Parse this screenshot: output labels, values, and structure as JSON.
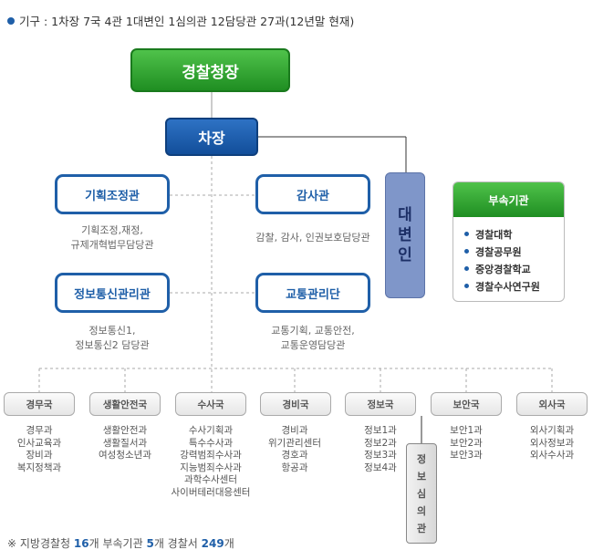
{
  "header": {
    "text": "기구 : 1차장 7국 4관 1대변인 1심의관 12담당관 27과(12년말 현재)"
  },
  "chief": {
    "label": "경찰청장"
  },
  "deputy": {
    "label": "차장"
  },
  "offices": [
    {
      "label": "기획조정관",
      "desc": [
        "기획조정,재정,",
        "규제개혁법무담당관"
      ]
    },
    {
      "label": "감사관",
      "desc": [
        "감찰, 감사, 인권보호담당관"
      ]
    },
    {
      "label": "정보통신관리관",
      "desc": [
        "정보통신1,",
        "정보통신2 담당관"
      ]
    },
    {
      "label": "교통관리단",
      "desc": [
        "교통기획, 교통안전,",
        "교통운영담당관"
      ]
    }
  ],
  "spokesperson": {
    "chars": [
      "대",
      "변",
      "인"
    ]
  },
  "affiliated": {
    "title": "부속기관",
    "items": [
      "경찰대학",
      "경찰공무원",
      "중앙경찰학교",
      "경찰수사연구원"
    ]
  },
  "bureaus": [
    {
      "label": "경무국",
      "items": [
        "경무과",
        "인사교육과",
        "장비과",
        "복지정책과"
      ]
    },
    {
      "label": "생활안전국",
      "items": [
        "생활안전과",
        "생활질서과",
        "여성청소년과"
      ]
    },
    {
      "label": "수사국",
      "items": [
        "수사기획과",
        "특수수사과",
        "강력범죄수사과",
        "지능범죄수사과",
        "과학수사센터",
        "사이버테러대응센터"
      ]
    },
    {
      "label": "경비국",
      "items": [
        "경비과",
        "위기관리센터",
        "경호과",
        "항공과"
      ]
    },
    {
      "label": "정보국",
      "items": [
        "정보1과",
        "정보2과",
        "정보3과",
        "정보4과"
      ]
    },
    {
      "label": "보안국",
      "items": [
        "보안1과",
        "보안2과",
        "보안3과"
      ]
    },
    {
      "label": "외사국",
      "items": [
        "외사기획과",
        "외사정보과",
        "외사수사과"
      ]
    }
  ],
  "intel_council": {
    "chars": [
      "정",
      "보",
      "심",
      "의",
      "관"
    ]
  },
  "footnote": {
    "prefix": "※ 지방경찰청",
    "n1": "16",
    "mid1": "개 부속기관",
    "n2": "5",
    "mid2": "개 경찰서",
    "n3": "249",
    "suffix": "개"
  },
  "colors": {
    "green": "#2fa52f",
    "blue": "#1f5fa8",
    "navy": "#124e9a",
    "spokes": "#7f96c9"
  }
}
